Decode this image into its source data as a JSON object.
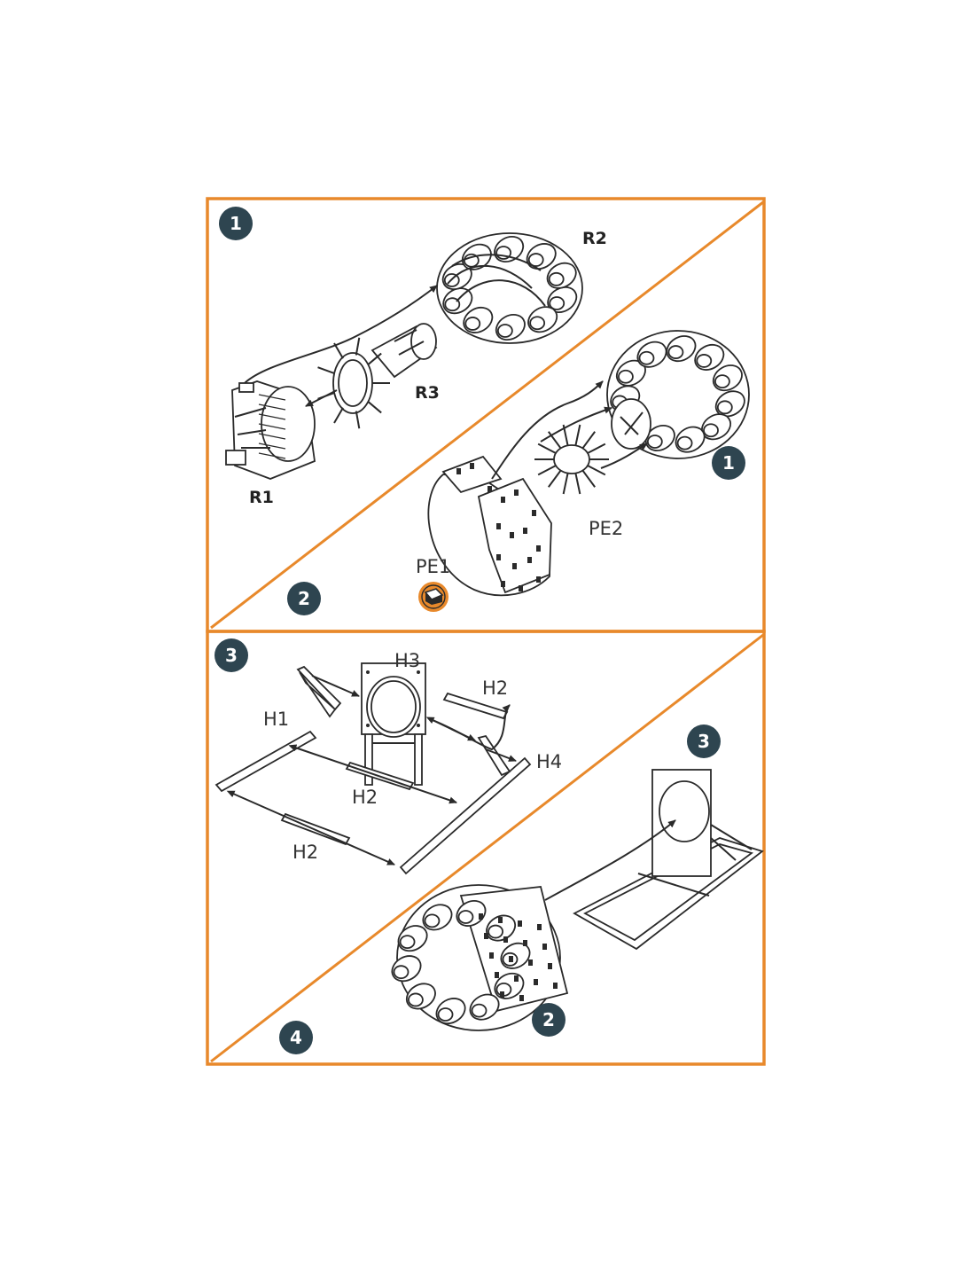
{
  "colors": {
    "frame": "#E8892B",
    "badge": "#2E4550",
    "badge_text": "#FFFFFF",
    "ink": "#2A2A2A",
    "pe_icon": "#E8892B"
  },
  "steps": {
    "step1": "1",
    "step2": "2",
    "step3": "3",
    "step4": "4"
  },
  "refs": {
    "step2_ref": "1",
    "step4_ref_a": "3",
    "step4_ref_b": "2"
  },
  "parts": {
    "r1": "R1",
    "r2": "R2",
    "r3": "R3",
    "pe1": "PE1",
    "pe2": "PE2",
    "h1": "H1",
    "h2_a": "H2",
    "h2_b": "H2",
    "h2_c": "H2",
    "h3": "H3",
    "h4": "H4"
  },
  "icons": {
    "pe_icon": "photo-etch-part-icon"
  }
}
